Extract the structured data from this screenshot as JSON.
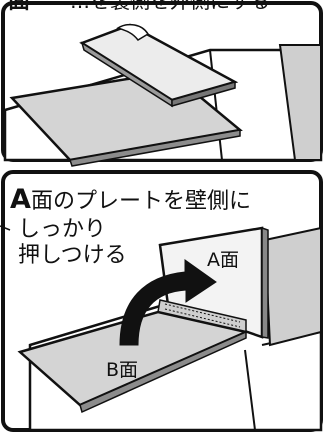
{
  "top_panel": {
    "partial_caption_label": "面",
    "partial_caption_rest": "…を裏側を外側にする"
  },
  "bottom_panel": {
    "caption_a_letter": "A",
    "caption_line1_rest": "面のプレートを壁側に",
    "caption_line2": "しっかり",
    "caption_line3": "押しつける",
    "plate_a_label": "A面",
    "plate_b_label": "B面"
  },
  "colors": {
    "outline": "#111111",
    "panel_fill": "#ffffff",
    "shadow_gray": "#8a8a8a",
    "light_gray": "#d9d9d9",
    "arrow_black": "#111111"
  },
  "icons": {
    "rotate_arrow": "curved-arrow-icon",
    "hinge": "hinge-icon"
  }
}
